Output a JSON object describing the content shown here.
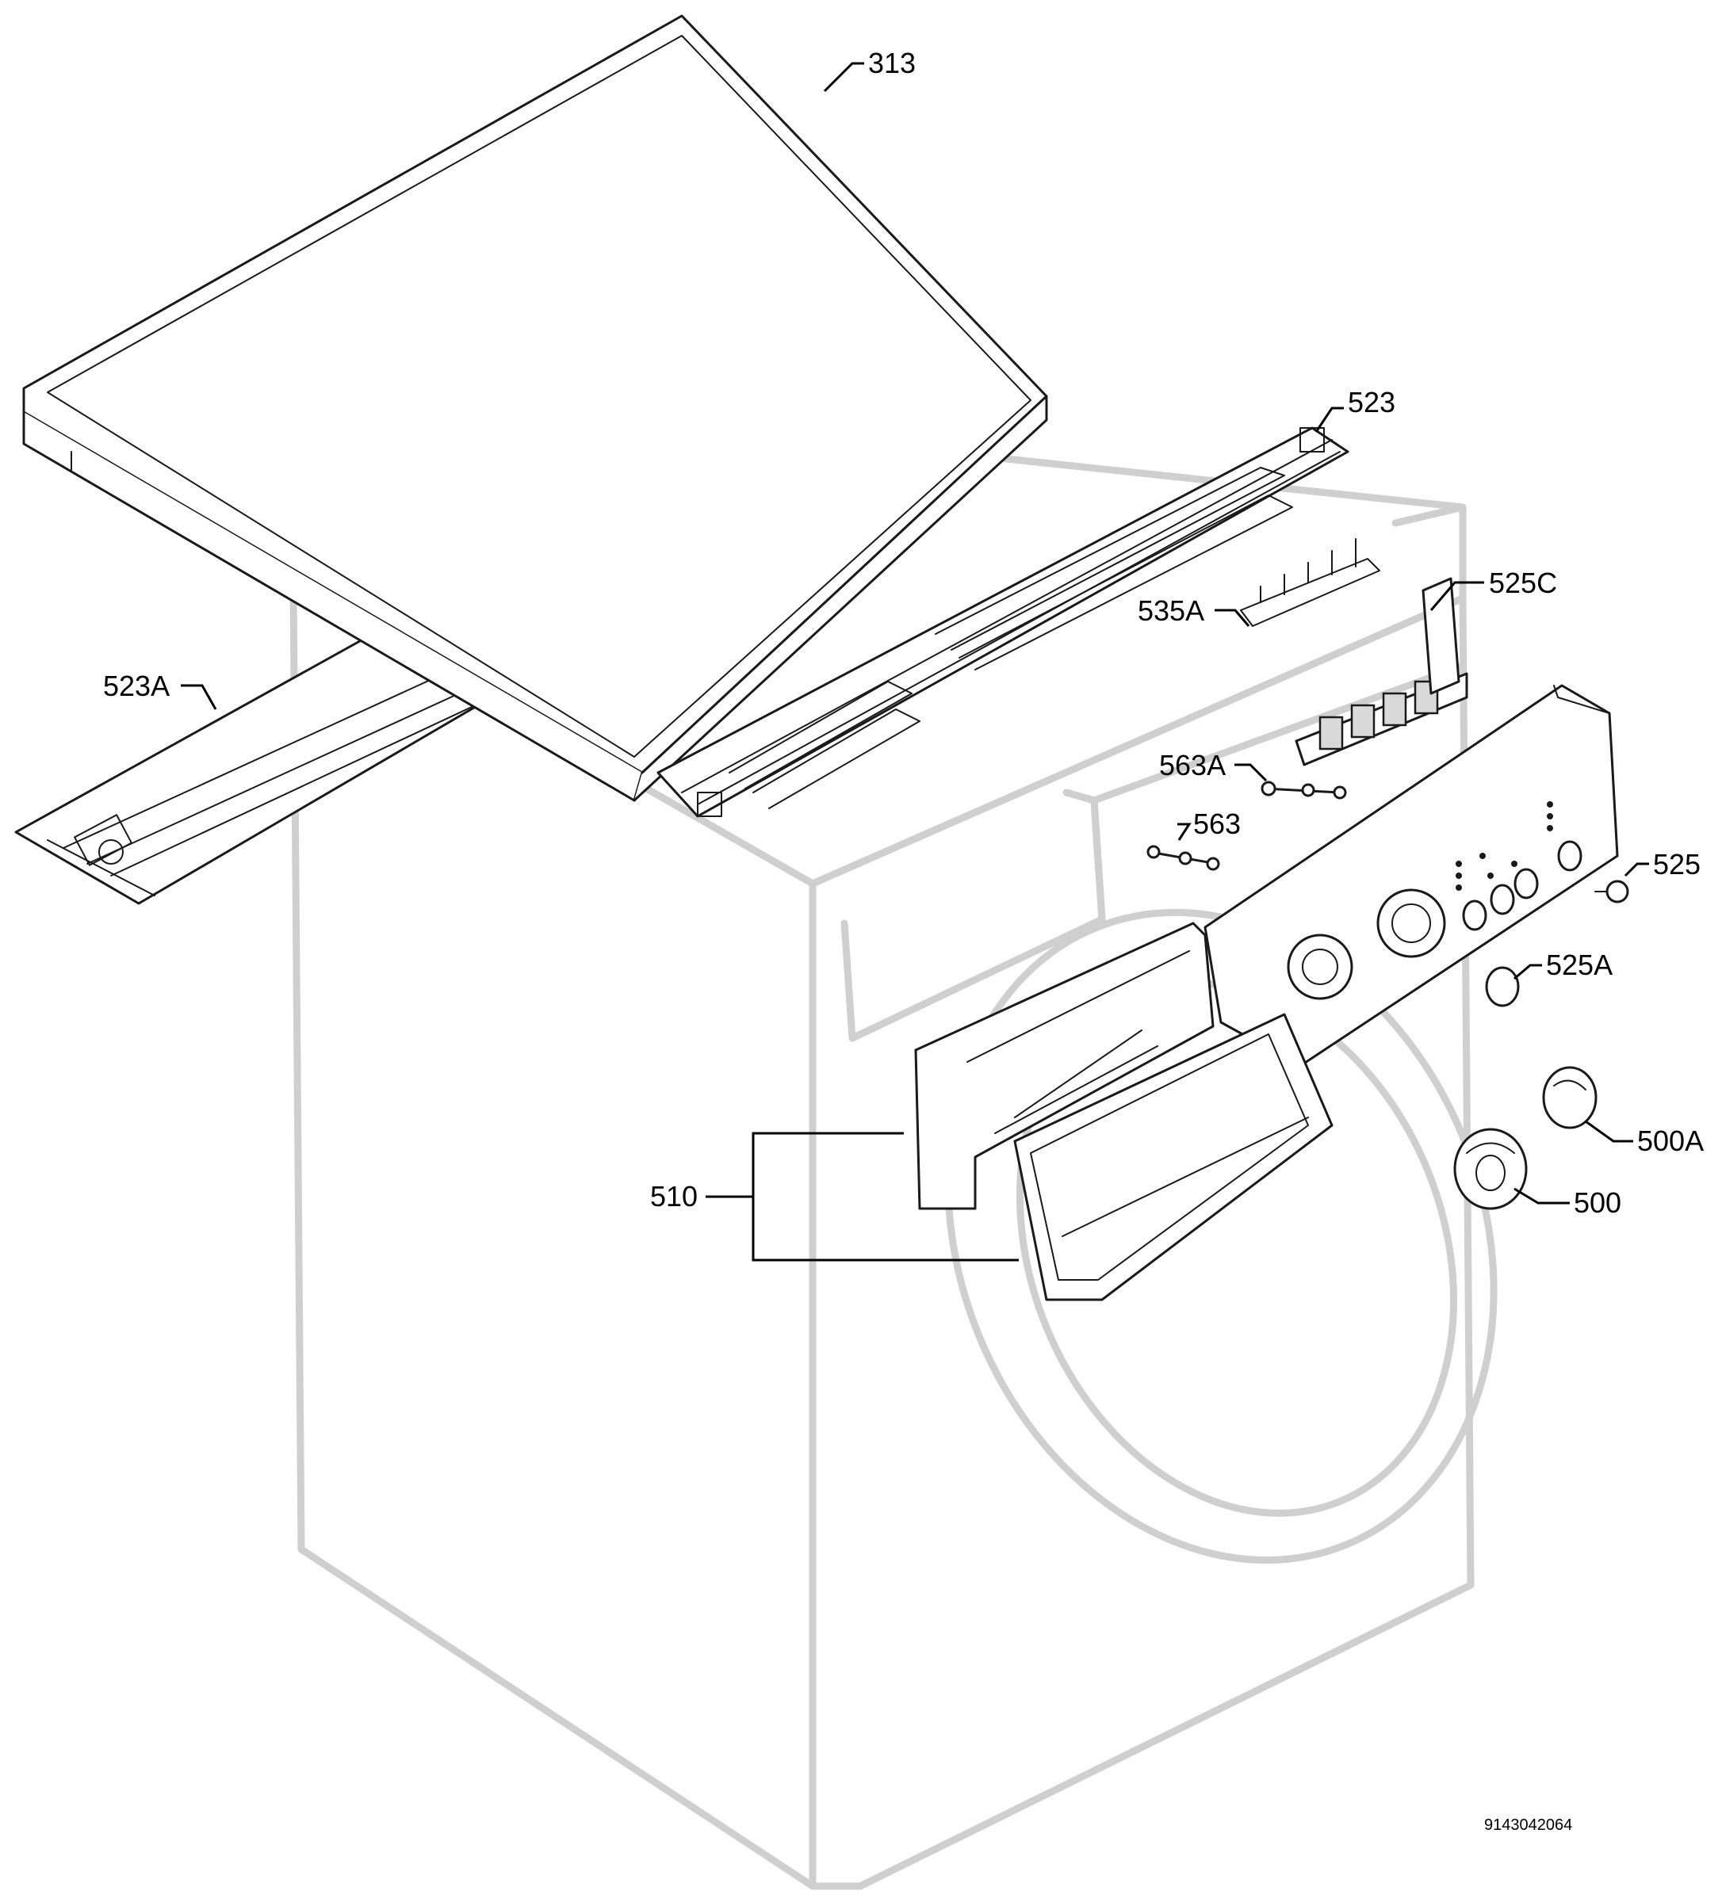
{
  "labels": {
    "p313": "313",
    "p523": "523",
    "p523A": "523A",
    "p535A": "535A",
    "p525C": "525C",
    "p563A": "563A",
    "p563": "563",
    "p525": "525",
    "p525A": "525A",
    "p500A": "500A",
    "p500": "500",
    "p510": "510"
  },
  "drawing_code": "9143042064"
}
